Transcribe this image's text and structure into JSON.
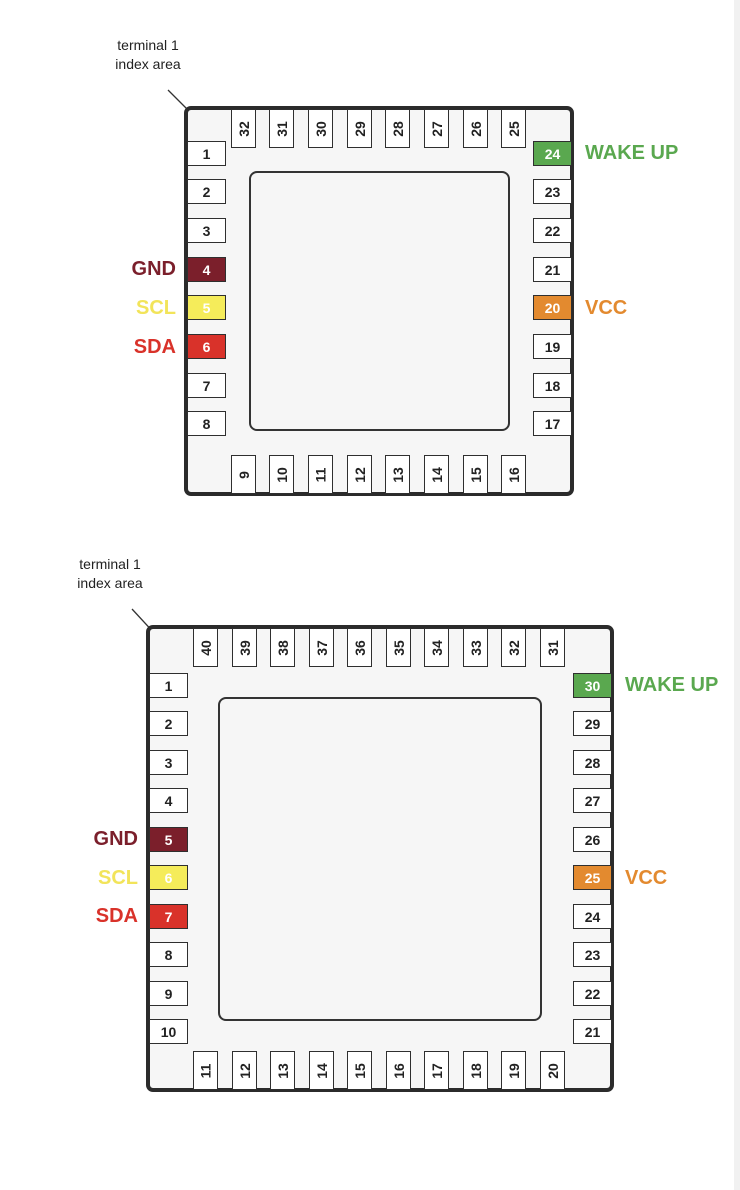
{
  "colors": {
    "gnd": "#7b1f2b",
    "scl": "#f5ec5a",
    "scl_text": "#f2e45a",
    "sda": "#d9322a",
    "wake": "#5aa84f",
    "vcc": "#e38a2f"
  },
  "packages": [
    {
      "index_label": [
        "terminal 1",
        "index area"
      ],
      "pins": {
        "left": [
          "1",
          "2",
          "3",
          "4",
          "5",
          "6",
          "7",
          "8"
        ],
        "bottom": [
          "9",
          "10",
          "11",
          "12",
          "13",
          "14",
          "15",
          "16"
        ],
        "right": [
          "17",
          "18",
          "19",
          "20",
          "21",
          "22",
          "23",
          "24"
        ],
        "top": [
          "25",
          "26",
          "27",
          "28",
          "29",
          "30",
          "31",
          "32"
        ]
      },
      "signals": [
        {
          "name": "GND",
          "pin": "4",
          "color": "gnd"
        },
        {
          "name": "SCL",
          "pin": "5",
          "color": "scl"
        },
        {
          "name": "SDA",
          "pin": "6",
          "color": "sda"
        },
        {
          "name": "VCC",
          "pin": "20",
          "color": "vcc"
        },
        {
          "name": "WAKE UP",
          "pin": "24",
          "color": "wake"
        }
      ]
    },
    {
      "index_label": [
        "terminal 1",
        "index area"
      ],
      "pins": {
        "left": [
          "1",
          "2",
          "3",
          "4",
          "5",
          "6",
          "7",
          "8",
          "9",
          "10"
        ],
        "bottom": [
          "11",
          "12",
          "13",
          "14",
          "15",
          "16",
          "17",
          "18",
          "19",
          "20"
        ],
        "right": [
          "21",
          "22",
          "23",
          "24",
          "25",
          "26",
          "27",
          "28",
          "29",
          "30"
        ],
        "top": [
          "31",
          "32",
          "33",
          "34",
          "35",
          "36",
          "37",
          "38",
          "39",
          "40"
        ]
      },
      "signals": [
        {
          "name": "GND",
          "pin": "5",
          "color": "gnd"
        },
        {
          "name": "SCL",
          "pin": "6",
          "color": "scl"
        },
        {
          "name": "SDA",
          "pin": "7",
          "color": "sda"
        },
        {
          "name": "VCC",
          "pin": "25",
          "color": "vcc"
        },
        {
          "name": "WAKE UP",
          "pin": "30",
          "color": "wake"
        }
      ]
    }
  ]
}
